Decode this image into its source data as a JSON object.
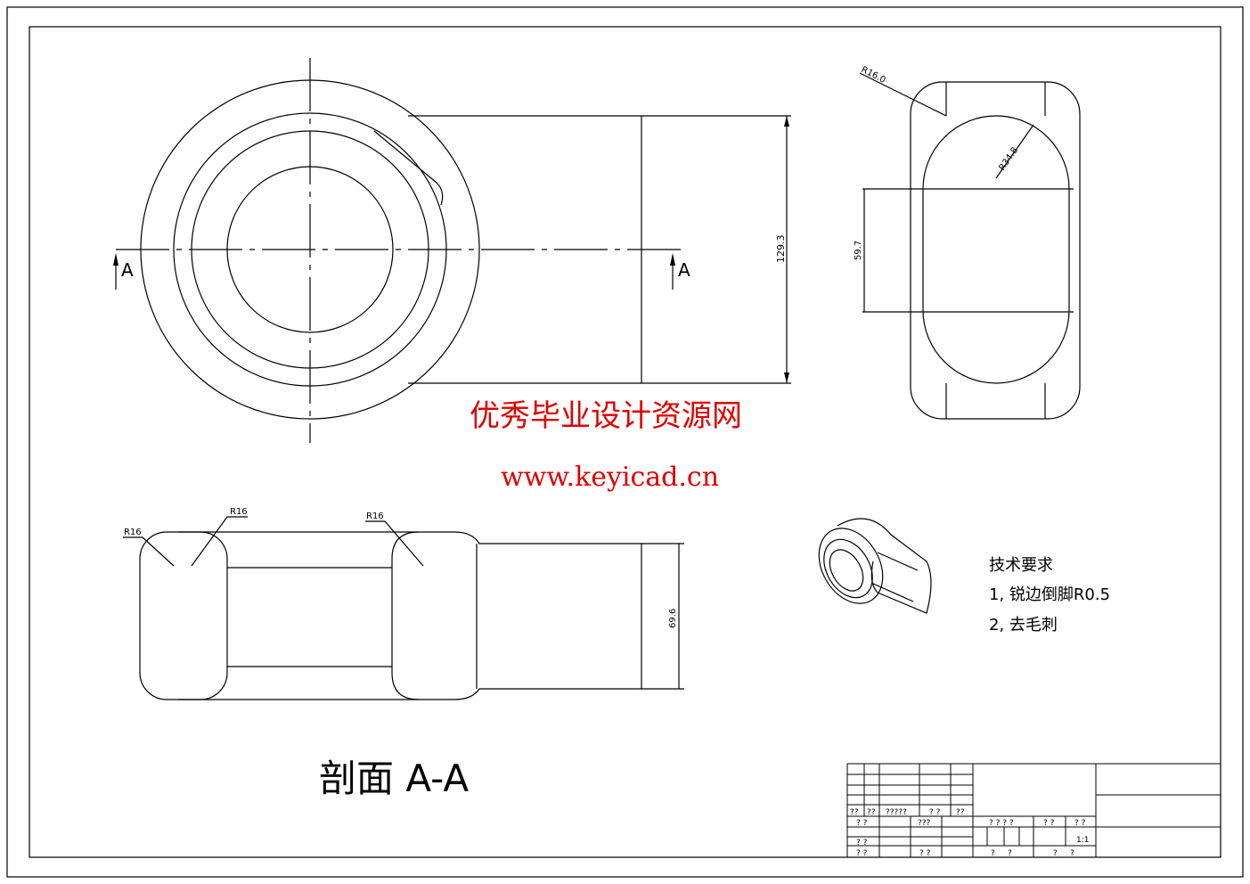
{
  "dimensions": {
    "top_height": "129.3",
    "right_width": "59.7",
    "section_height": "69.6"
  },
  "radii": {
    "right_outer": "R16.0",
    "right_inner": "R34.8",
    "section_left": "R16",
    "section_mid": "R16",
    "section_right": "R16"
  },
  "section_marks": {
    "left": "A",
    "right": "A"
  },
  "section_caption": "剖面 A-A",
  "watermark": {
    "title": "优秀毕业设计资源网",
    "url": "www.keyicad.cn"
  },
  "tech_requirements": {
    "title": "技术要求",
    "items": [
      "1, 锐边倒脚R0.5",
      "2, 去毛刺"
    ]
  },
  "title_block": {
    "header_row": [
      "??",
      "??",
      "?????",
      "? ?",
      "??"
    ],
    "r1": [
      "? ?",
      "???"
    ],
    "r3": "? ?",
    "r4": [
      "? ?",
      "? ?"
    ],
    "mid": [
      "? ? ? ?",
      "? ?",
      "? ?"
    ],
    "scale": "1:1",
    "bottom": [
      "?",
      "?",
      "?",
      "?"
    ]
  }
}
